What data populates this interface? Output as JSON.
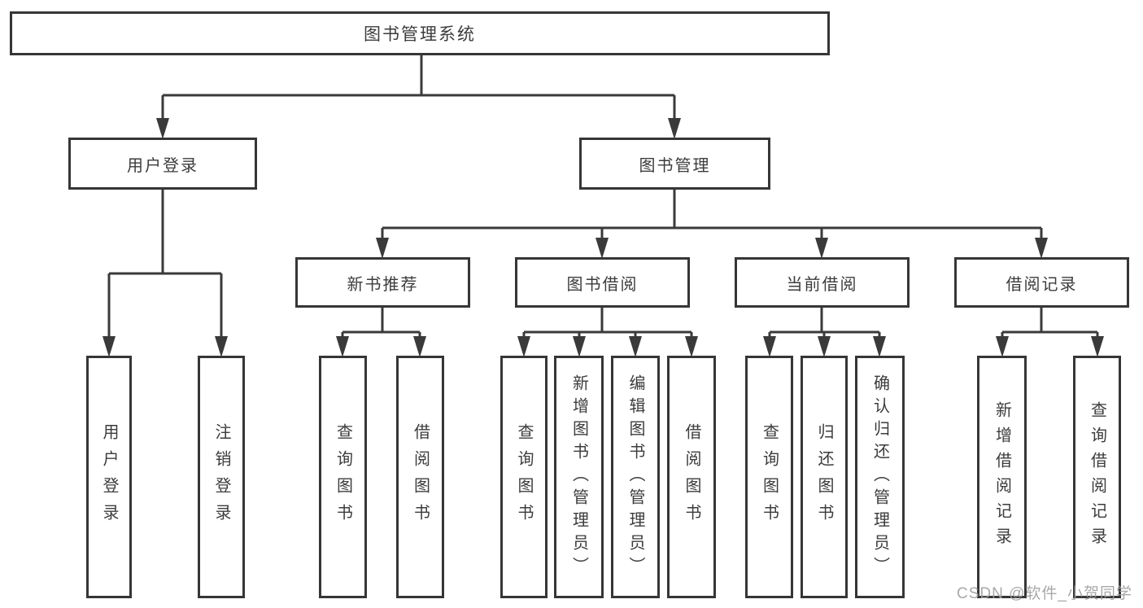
{
  "diagram": {
    "type": "hierarchy-tree",
    "tree": {
      "root": {
        "label": "图书管理系统",
        "children": [
          {
            "label": "用户登录",
            "children": [
              {
                "label": "用户登录"
              },
              {
                "label": "注销登录"
              }
            ]
          },
          {
            "label": "图书管理",
            "children": [
              {
                "label": "新书推荐",
                "children": [
                  {
                    "label": "查询图书"
                  },
                  {
                    "label": "借阅图书"
                  }
                ]
              },
              {
                "label": "图书借阅",
                "children": [
                  {
                    "label": "查询图书"
                  },
                  {
                    "label": "新增图书（管理员）"
                  },
                  {
                    "label": "编辑图书（管理员）"
                  },
                  {
                    "label": "借阅图书"
                  }
                ]
              },
              {
                "label": "当前借阅",
                "children": [
                  {
                    "label": "查询图书"
                  },
                  {
                    "label": "归还图书"
                  },
                  {
                    "label": "确认归还（管理员）"
                  }
                ]
              },
              {
                "label": "借阅记录",
                "children": [
                  {
                    "label": "新增借阅记录"
                  },
                  {
                    "label": "查询借阅记录"
                  }
                ]
              }
            ]
          }
        ]
      }
    },
    "colors": {
      "line": "#3a3a3a",
      "box_border": "#363636",
      "text": "#3c3c3c",
      "background": "#ffffff",
      "watermark": "#9e9e9e"
    }
  },
  "watermark": "CSDN @软件_小贺同学"
}
